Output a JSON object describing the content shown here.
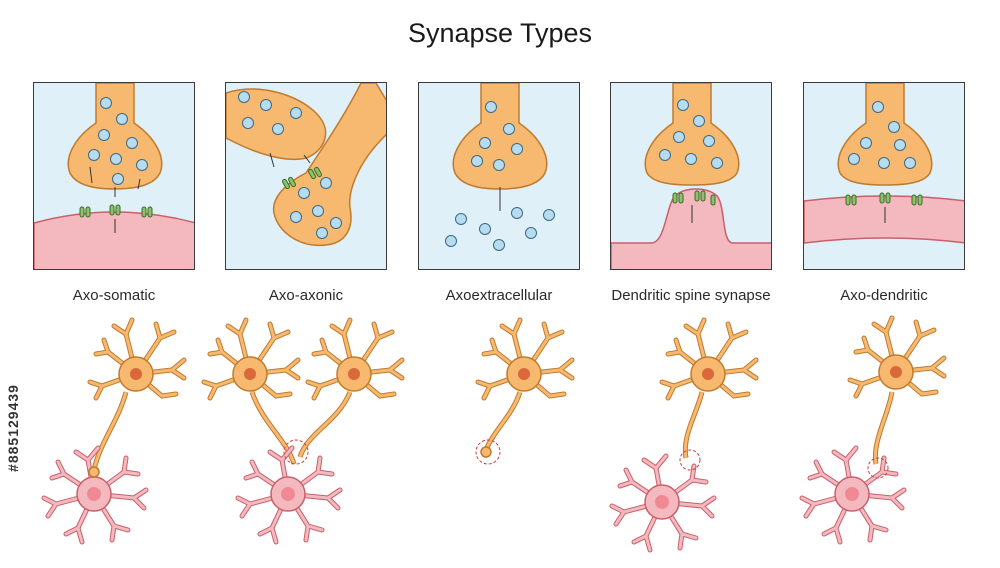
{
  "title": "Synapse Types",
  "panels": [
    {
      "caption": "Axo-somatic"
    },
    {
      "caption": "Axo-axonic"
    },
    {
      "caption": "Axoextracellular"
    },
    {
      "caption": "Dendritic spine synapse"
    },
    {
      "caption": "Axo-dendritic"
    }
  ],
  "stock_id": "#885129439",
  "colors": {
    "panel_bg": "#dff0f8",
    "axon_fill": "#f7b870",
    "axon_stroke": "#c07a2c",
    "vesicle_fill": "#b8dcef",
    "receptor_fill": "#8dc26a",
    "target_fill": "#f3b9be",
    "target_stroke": "#c8606b",
    "soma_nucleus": "#d9693a",
    "pink_nucleus": "#ef8a94"
  }
}
